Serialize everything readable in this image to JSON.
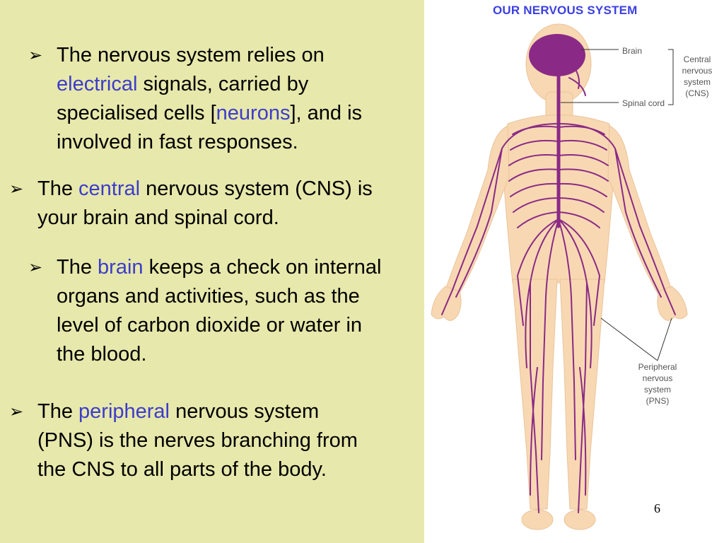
{
  "bullets": [
    {
      "pre": "The nervous system relies on ",
      "h1": "electrical",
      "mid1": " signals, carried by specialised cells [",
      "h2": "neurons",
      "post": "], and is involved in fast responses."
    },
    {
      "pre": "The ",
      "h1": "central",
      "post": " nervous system (CNS) is your brain and spinal cord."
    },
    {
      "pre": "The ",
      "h1": "brain",
      "post": " keeps a check on internal organs and activities, such as the level of carbon dioxide or water in the blood."
    },
    {
      "pre": "The ",
      "h1": "peripheral",
      "post": " nervous system (PNS) is the nerves branching from the CNS to all parts of the body."
    }
  ],
  "bullet_glyph": "➢",
  "figure": {
    "title": "OUR NERVOUS SYSTEM",
    "label_brain": "Brain",
    "label_spinal": "Spinal cord",
    "cns_l1": "Central",
    "cns_l2": "nervous",
    "cns_l3": "system",
    "cns_l4": "(CNS)",
    "pns_l1": "Peripheral",
    "pns_l2": "nervous",
    "pns_l3": "system",
    "pns_l4": "(PNS)"
  },
  "page_number": "6",
  "colors": {
    "background": "#e7e8ab",
    "highlight": "#3c3ccc",
    "nerve": "#8a2a86",
    "skin": "#f8d8b2"
  }
}
